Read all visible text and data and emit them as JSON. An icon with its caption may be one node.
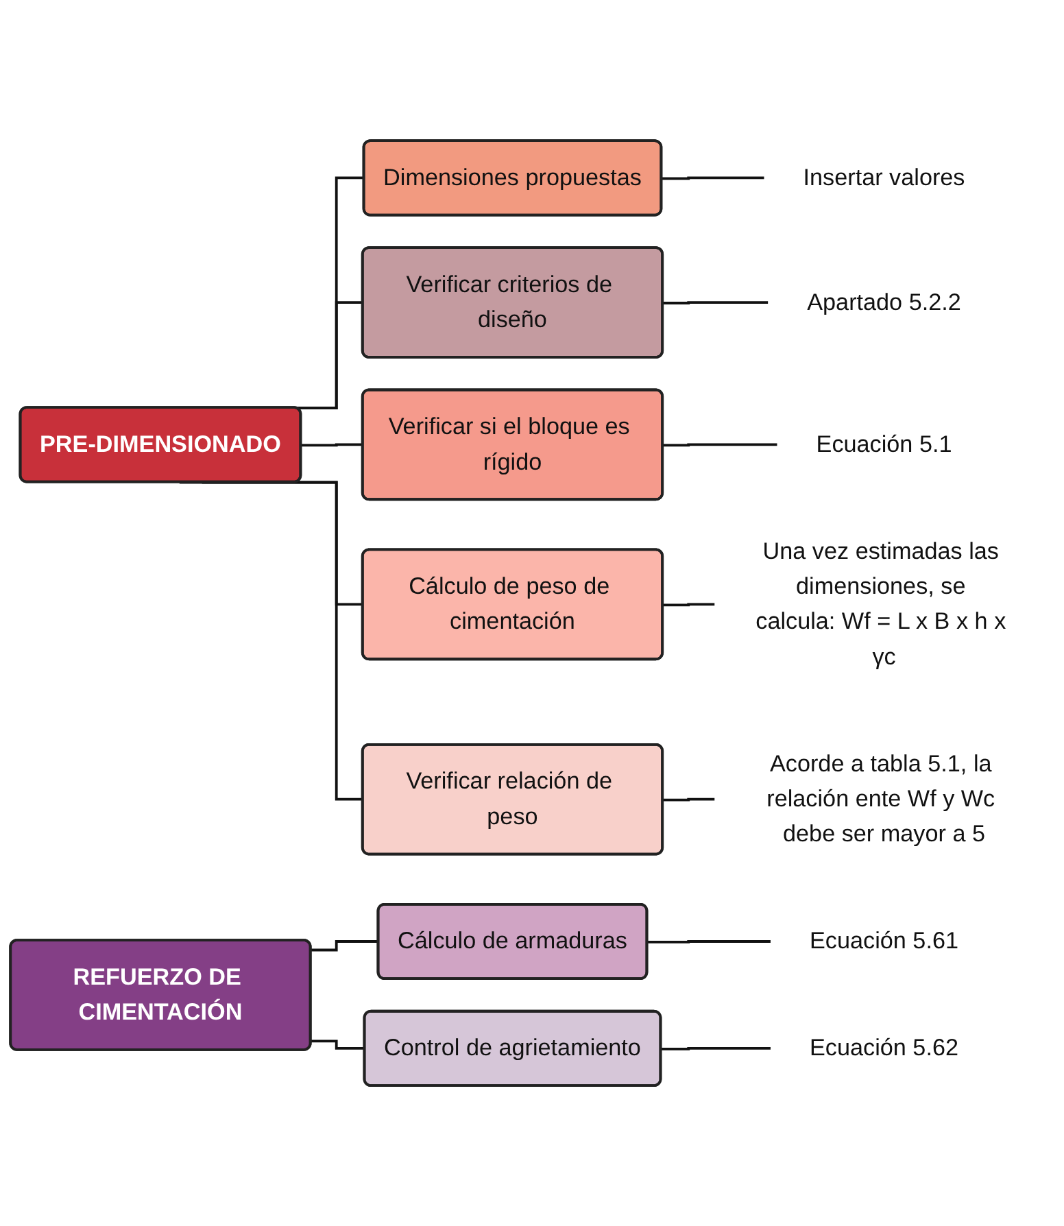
{
  "diagram": {
    "nodes": [
      {
        "text": [
          "PRE-DIMENSIONADO"
        ]
      },
      {
        "text": [
          "Dimensiones propuestas"
        ]
      },
      {
        "text": [
          "Verificar criterios de diseño"
        ]
      },
      {
        "text": [
          "Verificar si el bloque es rígido"
        ]
      },
      {
        "text": [
          "Cálculo de peso de cimentación"
        ]
      },
      {
        "text": [
          "Verificar relación de peso"
        ]
      },
      {
        "text": [
          "Insertar valores"
        ]
      },
      {
        "text": [
          "Apartado 5.2.2"
        ]
      },
      {
        "text": [
          "Ecuación 5.1"
        ]
      },
      {
        "text": [
          "Una vez estimadas las dimensiones, se calcula: Wf = L x B x h x γc"
        ]
      },
      {
        "text": [
          "Acorde a tabla 5.1, la relación ente Wf y Wc debe ser mayor a 5"
        ]
      },
      {
        "text": [
          "REFUERZO DE CIMENTACIÓN"
        ]
      },
      {
        "text": [
          "Cálculo de armaduras"
        ]
      },
      {
        "text": [
          "Control de agrietamiento"
        ]
      },
      {
        "text": [
          "Ecuación 5.61"
        ]
      },
      {
        "text": [
          "Ecuación 5.62"
        ]
      }
    ],
    "edges": [
      {
        "from": 0,
        "to": 1,
        "arrow": "none"
      },
      {
        "from": 0,
        "to": 2,
        "arrow": "none"
      },
      {
        "from": 0,
        "to": 3,
        "arrow": "none"
      },
      {
        "from": 0,
        "to": 4,
        "arrow": "none"
      },
      {
        "from": 0,
        "to": 5,
        "arrow": "none"
      },
      {
        "from": 1,
        "to": 6,
        "arrow": "none"
      },
      {
        "from": 2,
        "to": 7,
        "arrow": "none"
      },
      {
        "from": 3,
        "to": 8,
        "arrow": "none"
      },
      {
        "from": 4,
        "to": 9,
        "arrow": "none"
      },
      {
        "from": 5,
        "to": 10,
        "arrow": "none"
      },
      {
        "from": 11,
        "to": 12,
        "arrow": "none"
      },
      {
        "from": 11,
        "to": 13,
        "arrow": "none"
      },
      {
        "from": 12,
        "to": 14,
        "arrow": "none"
      },
      {
        "from": 13,
        "to": 15,
        "arrow": "none"
      }
    ]
  }
}
